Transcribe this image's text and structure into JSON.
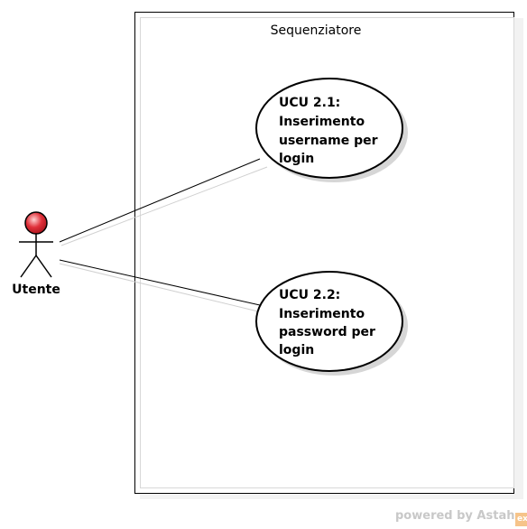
{
  "diagram": {
    "boundary_title": "Sequenziatore",
    "actor": {
      "label": "Utente",
      "head_color": "#e0303a"
    },
    "use_cases": [
      {
        "id": "ucu-2-1",
        "lines": [
          "UCU 2.1:",
          "Inserimento",
          "username per",
          "login"
        ]
      },
      {
        "id": "ucu-2-2",
        "lines": [
          "UCU 2.2:",
          "Inserimento",
          "password per",
          "login"
        ]
      }
    ]
  },
  "watermark": {
    "text": "powered by Astah",
    "badge": "ex"
  }
}
